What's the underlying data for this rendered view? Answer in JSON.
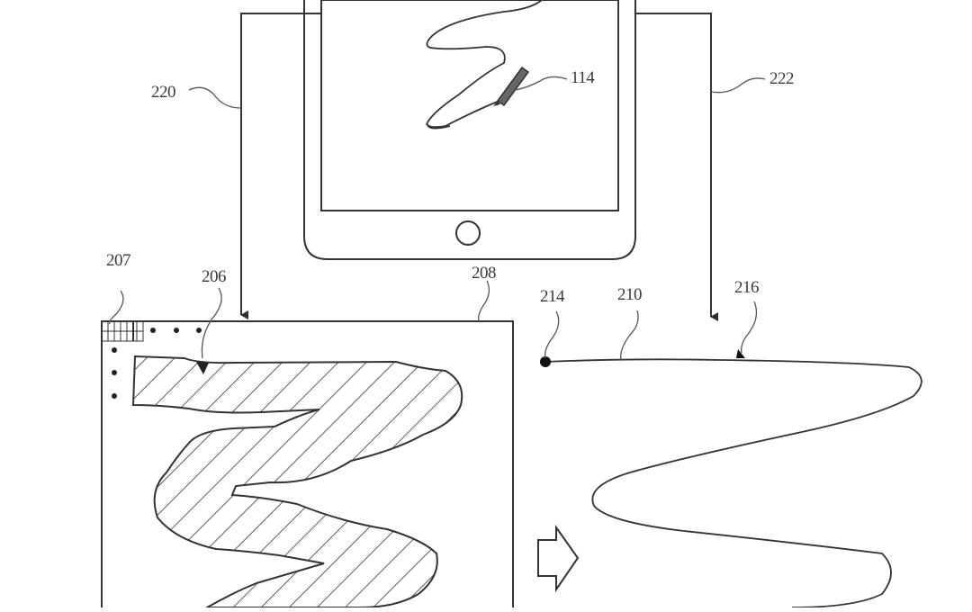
{
  "figure": {
    "type": "patent-drawing",
    "description": "Tablet with stylus drawing a stroke; stroke rendered as hatched raster region and as vector path"
  },
  "labels": {
    "stylus": "114",
    "path_left": "220",
    "path_right": "222",
    "raster_grid": "207",
    "raster_region": "206",
    "raster_canvas": "208",
    "vector_start": "214",
    "vector_path": "210",
    "vector_point": "216"
  },
  "colors": {
    "ink": "#2e2e2e",
    "background": "#ffffff"
  },
  "elements": {
    "tablet": {
      "shape": "rounded-rectangle",
      "home_button": "circle"
    },
    "raster_dots": 6,
    "transform_arrow": "right-arrow-outline"
  }
}
